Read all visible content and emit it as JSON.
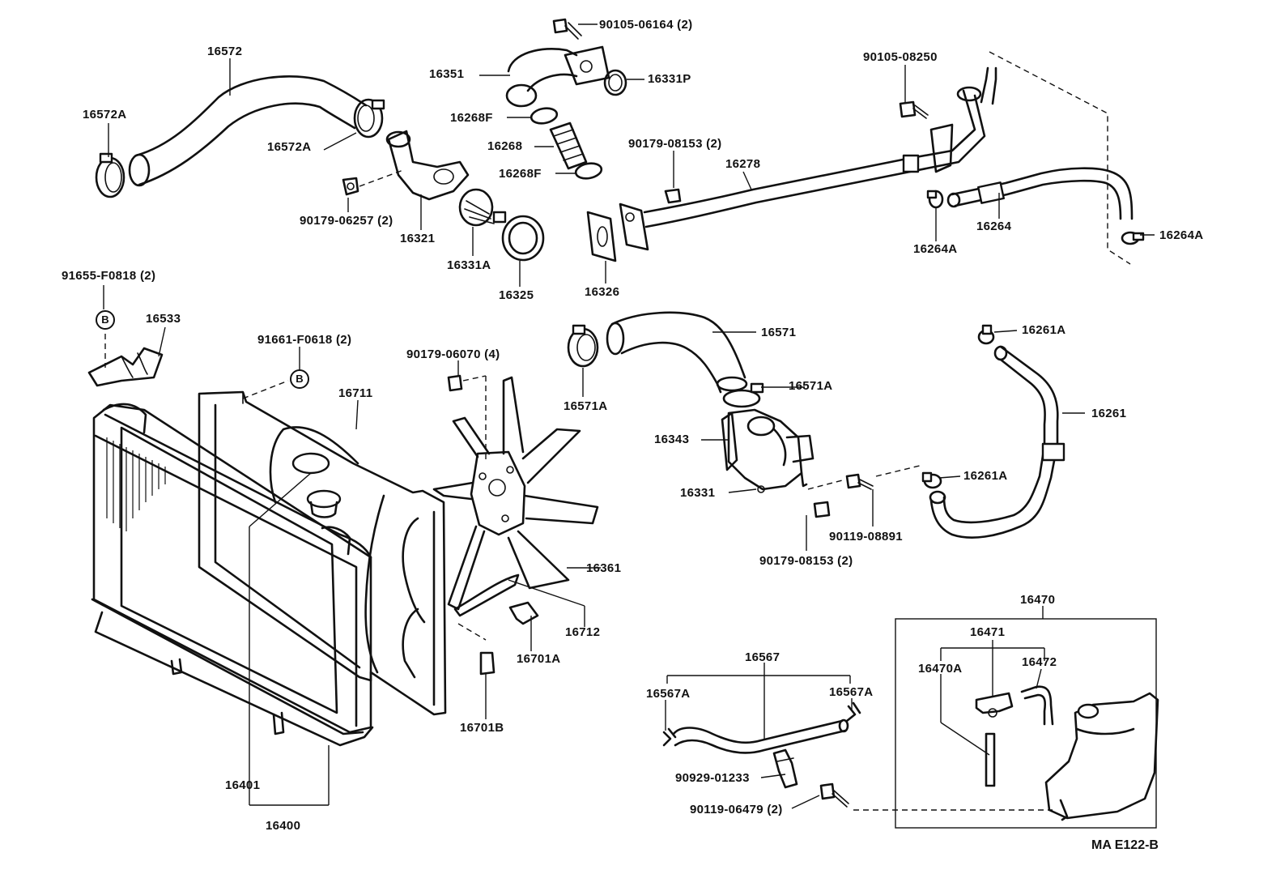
{
  "diagram": {
    "drawing_code": "MA E122-B",
    "marker_letter": "B",
    "labels": {
      "p16572": "16572",
      "p16572A_left": "16572A",
      "p16572A_clamp": "16572A",
      "p90105_06164": "90105-06164 (2)",
      "p16351": "16351",
      "p16331P": "16331P",
      "p16268F_top": "16268F",
      "p16268": "16268",
      "p16268F_bottom": "16268F",
      "p90179_06257": "90179-06257 (2)",
      "p16321": "16321",
      "p16331A": "16331A",
      "p16325": "16325",
      "p90105_08250": "90105-08250",
      "p90179_08153_top": "90179-08153 (2)",
      "p16278": "16278",
      "p16326": "16326",
      "p16264": "16264",
      "p16264A_left": "16264A",
      "p16264A_right": "16264A",
      "p91655_F0818": "91655-F0818 (2)",
      "p16533": "16533",
      "p91661_F0618": "91661-F0618 (2)",
      "p90179_06070": "90179-06070 (4)",
      "p16711": "16711",
      "p16571": "16571",
      "p16571A_left": "16571A",
      "p16571A_right": "16571A",
      "p16261A_top": "16261A",
      "p16261": "16261",
      "p16343": "16343",
      "p16331": "16331",
      "p16261A_mid": "16261A",
      "p90119_08891": "90119-08891",
      "p90179_08153_bottom": "90179-08153 (2)",
      "p16361": "16361",
      "p16712": "16712",
      "p16701A": "16701A",
      "p16701B": "16701B",
      "p16470": "16470",
      "p16471": "16471",
      "p16470A": "16470A",
      "p16472": "16472",
      "p16567": "16567",
      "p16567A_left": "16567A",
      "p16567A_right": "16567A",
      "p90929_01233": "90929-01233",
      "p90119_06479": "90119-06479 (2)",
      "p16401": "16401",
      "p16400": "16400"
    }
  }
}
